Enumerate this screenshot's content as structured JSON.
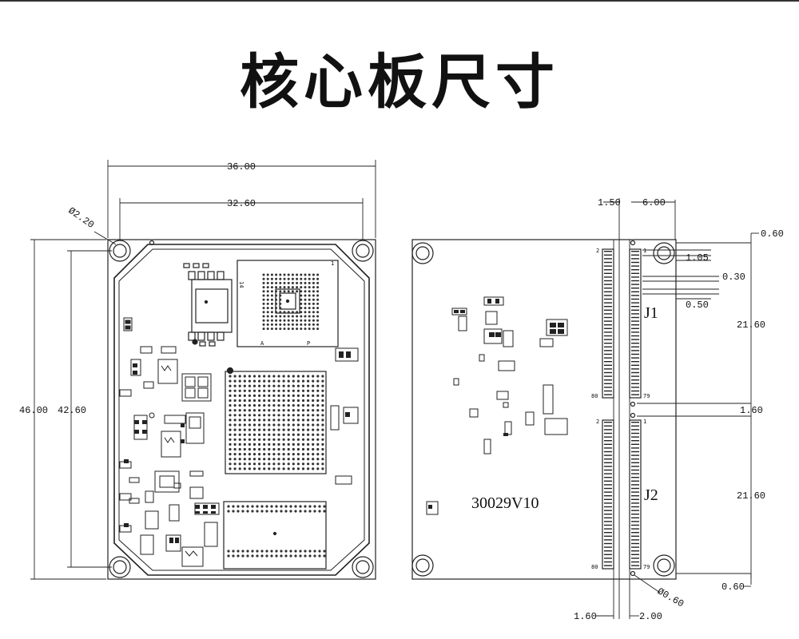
{
  "title": "核心板尺寸",
  "front_view": {
    "dims": {
      "width_outer": "36.00",
      "width_holes": "32.60",
      "height_outer": "46.00",
      "height_holes": "42.60",
      "hole_diameter": "Ø2.20"
    },
    "markings": {
      "chip_pin": "14",
      "pin_a": "A",
      "pin_p": "P",
      "pin_1": "1"
    }
  },
  "back_view": {
    "part_number": "30029V10",
    "connectors": [
      {
        "label": "J1",
        "pin_top_left": "2",
        "pin_top_right": "1",
        "pin_bottom_left": "80",
        "pin_bottom_right": "79"
      },
      {
        "label": "J2",
        "pin_top_left": "2",
        "pin_top_right": "1",
        "pin_bottom_left": "80",
        "pin_bottom_right": "79"
      }
    ],
    "dims": {
      "top_left_offset": "1.50",
      "top_width": "6.00",
      "edge_top": "0.60",
      "pad_pitch": "1.05",
      "pad_width": "0.30",
      "pad_gap": "0.50",
      "j1_length": "21.60",
      "middle_gap": "1.60",
      "j2_length": "21.60",
      "edge_bottom": "0.60",
      "bottom_left": "1.60",
      "bottom_right": "2.00",
      "pin_diameter": "Ø0.60"
    }
  },
  "colors": {
    "line": "#222222",
    "background": "#ffffff"
  }
}
